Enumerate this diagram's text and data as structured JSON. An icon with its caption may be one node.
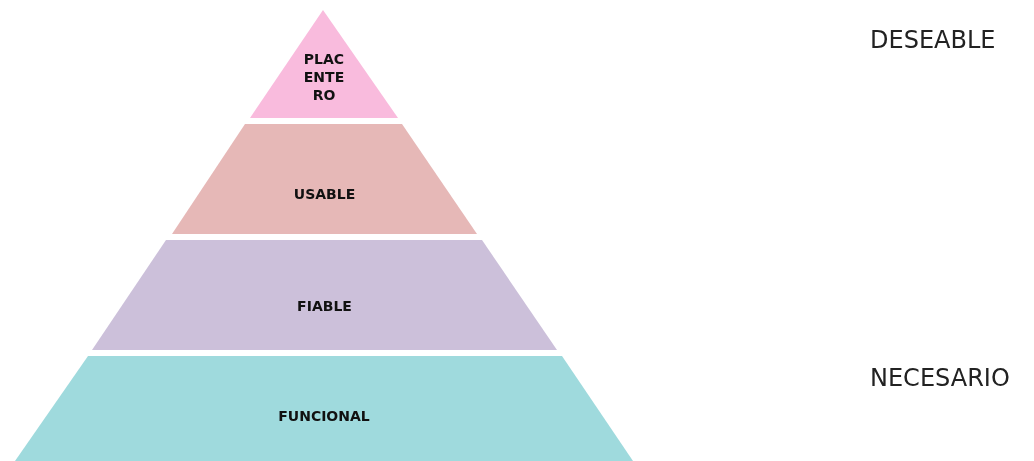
{
  "diagram": {
    "nodes": [
      {
        "text": [
          "PLACENTERO"
        ]
      },
      {
        "text": [
          "USABLE"
        ]
      },
      {
        "text": [
          "FIABLE"
        ]
      },
      {
        "text": [
          "FUNCIONAL"
        ]
      }
    ],
    "labels": [
      "DESEABLE",
      "NECESARIO"
    ]
  }
}
